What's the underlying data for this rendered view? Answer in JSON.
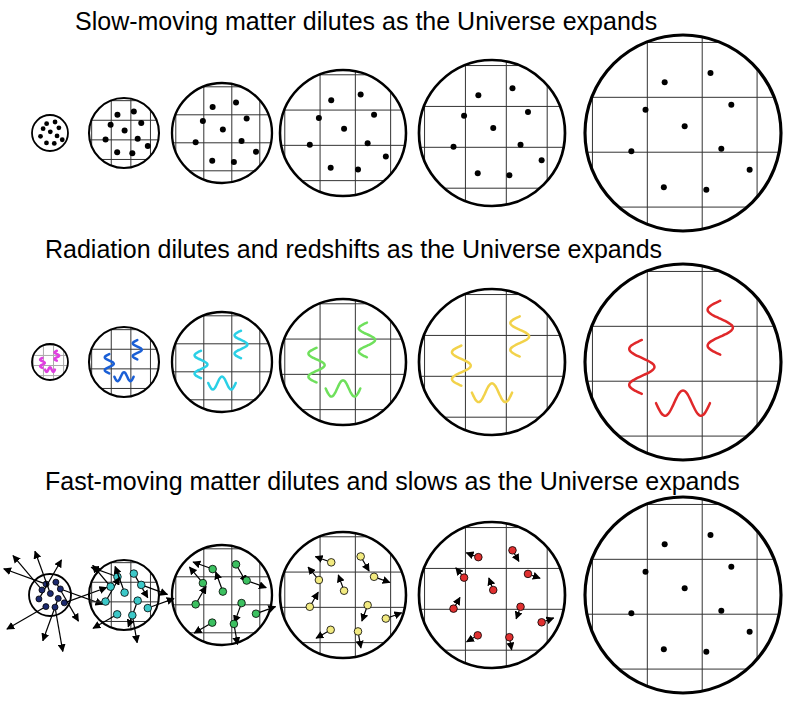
{
  "diagram": {
    "labels": [
      "Slow-moving matter dilutes as the Universe expands",
      "Radiation dilutes and redshifts as the Universe expands",
      "Fast-moving matter dilutes and slows as the Universe expands"
    ]
  }
}
